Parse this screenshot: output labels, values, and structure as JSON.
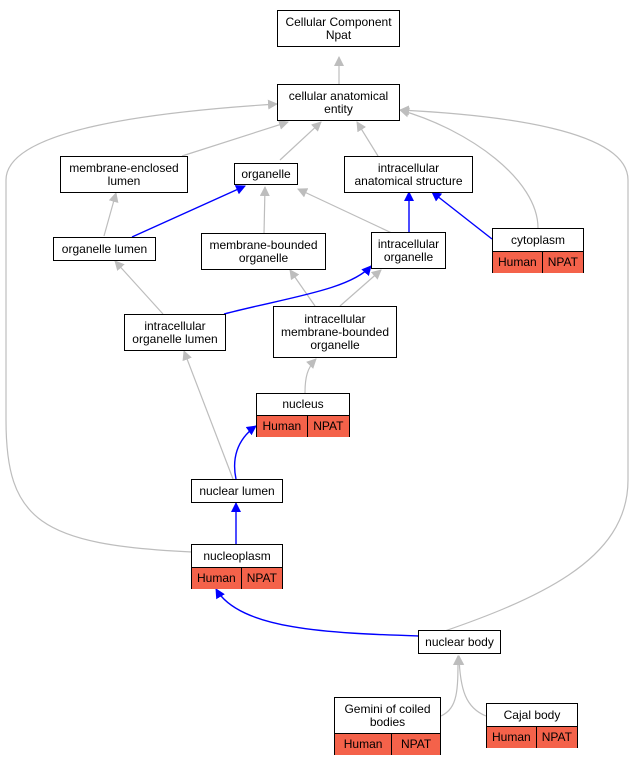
{
  "colors": {
    "isa_edge": "#bdbdbd",
    "partof_edge": "#0000ff",
    "annotation_fill": "#f4624a",
    "node_border": "#000000"
  },
  "nodes": {
    "root": {
      "line1": "Cellular Component",
      "line2": "Npat"
    },
    "cae": {
      "line1": "cellular anatomical",
      "line2": "entity"
    },
    "mel": {
      "line1": "membrane-enclosed",
      "line2": "lumen"
    },
    "organelle": {
      "line1": "organelle"
    },
    "ias": {
      "line1": "intracellular",
      "line2": "anatomical structure"
    },
    "ol": {
      "line1": "organelle lumen"
    },
    "mbo": {
      "line1": "membrane-bounded",
      "line2": "organelle"
    },
    "io": {
      "line1": "intracellular",
      "line2": "organelle"
    },
    "cytoplasm": {
      "line1": "cytoplasm",
      "tags": [
        "Human",
        "NPAT"
      ]
    },
    "iol": {
      "line1": "intracellular",
      "line2": "organelle lumen"
    },
    "imbo": {
      "line1": "intracellular",
      "line2": "membrane-bounded",
      "line3": "organelle"
    },
    "nucleus": {
      "line1": "nucleus",
      "tags": [
        "Human",
        "NPAT"
      ]
    },
    "nl": {
      "line1": "nuclear lumen"
    },
    "nucleoplasm": {
      "line1": "nucleoplasm",
      "tags": [
        "Human",
        "NPAT"
      ]
    },
    "nb": {
      "line1": "nuclear body"
    },
    "gemini": {
      "line1": "Gemini of coiled",
      "line2": "bodies",
      "tags": [
        "Human",
        "NPAT"
      ]
    },
    "cajal": {
      "line1": "Cajal body",
      "tags": [
        "Human",
        "NPAT"
      ]
    }
  }
}
